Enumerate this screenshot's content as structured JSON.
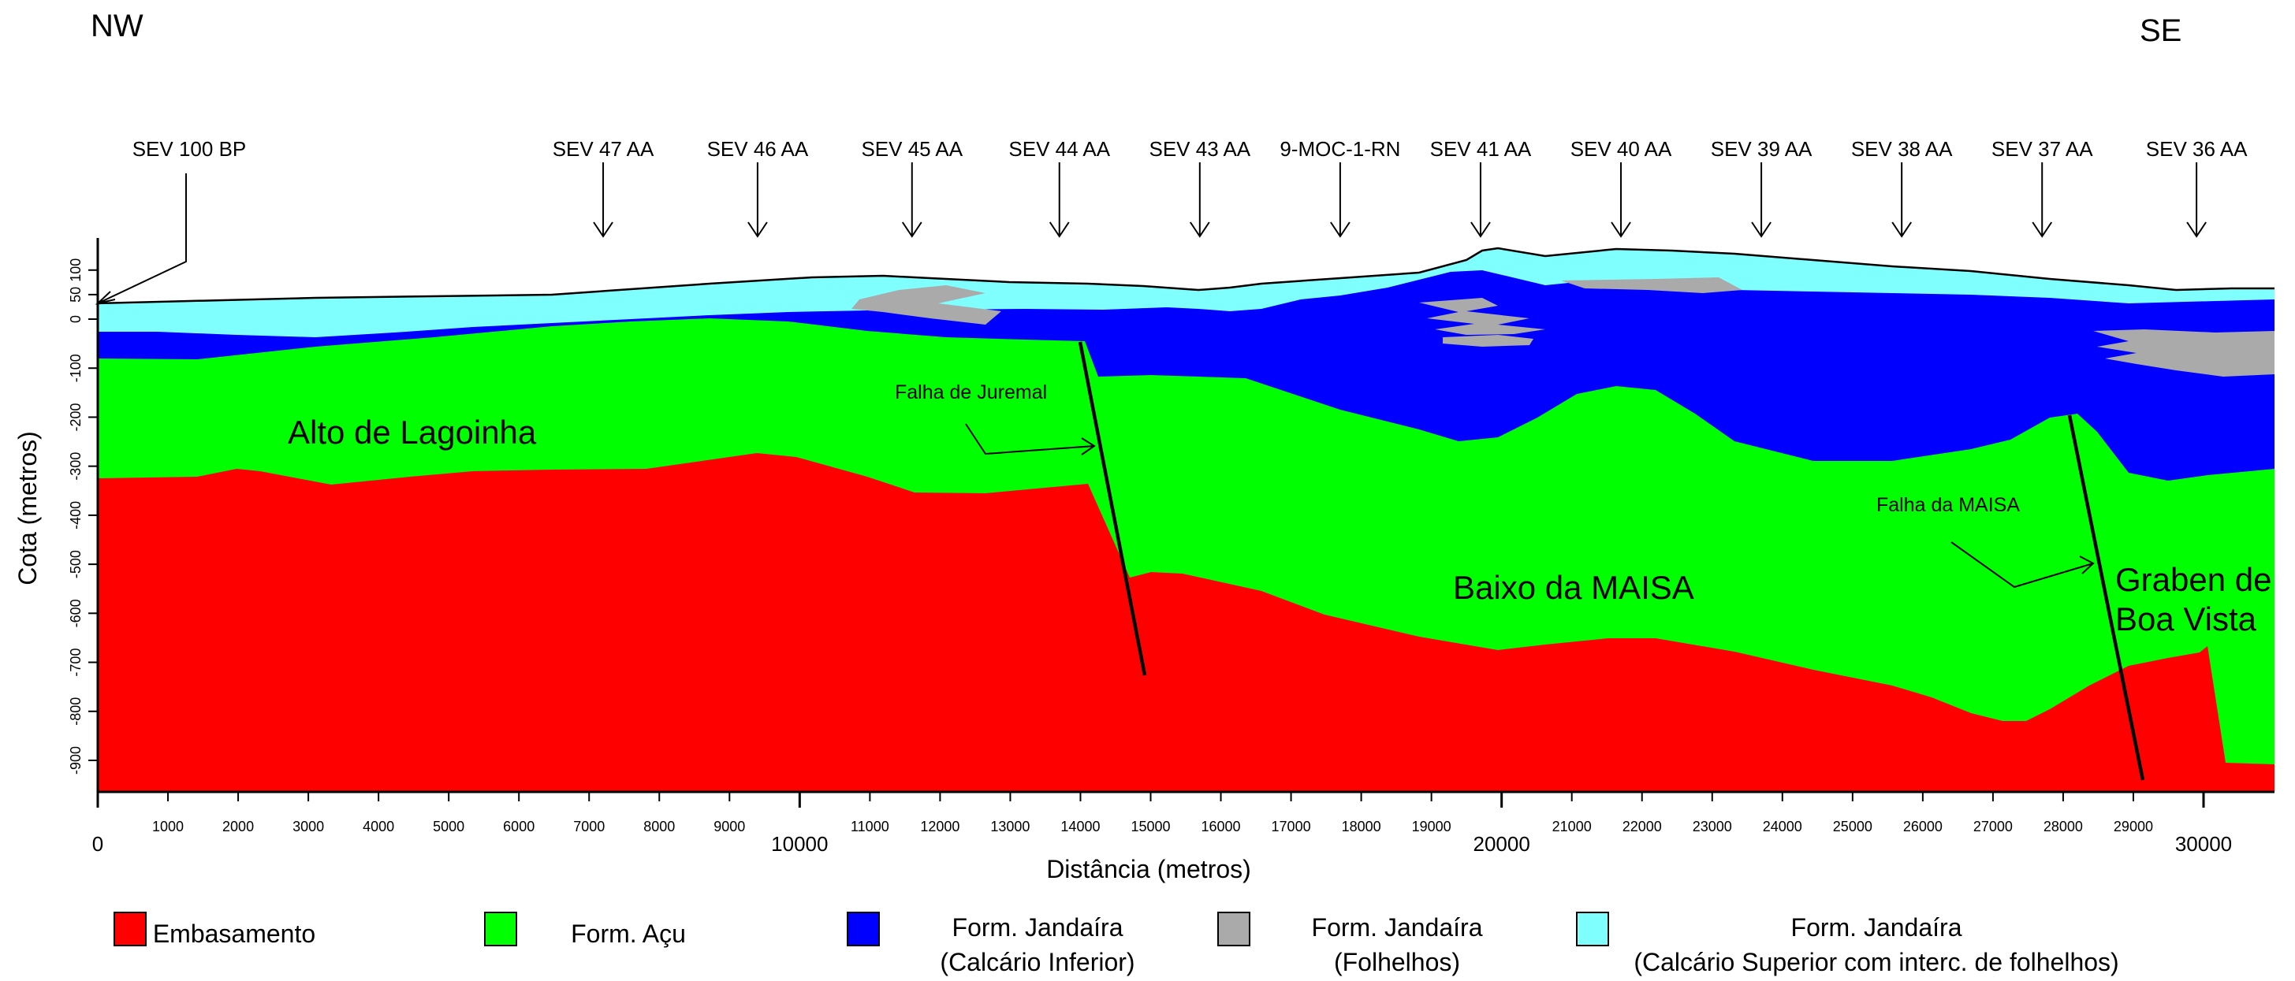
{
  "directions": {
    "left": "NW",
    "right": "SE"
  },
  "stations": [
    {
      "label": "SEV 100 BP",
      "x": 0
    },
    {
      "label": "SEV 47 AA",
      "x": 7200
    },
    {
      "label": "SEV 46 AA",
      "x": 9400
    },
    {
      "label": "SEV 45 AA",
      "x": 11600
    },
    {
      "label": "SEV 44 AA",
      "x": 13700
    },
    {
      "label": "SEV 43 AA",
      "x": 15700
    },
    {
      "label": "9-MOC-1-RN",
      "x": 17700
    },
    {
      "label": "SEV 41 AA",
      "x": 19700
    },
    {
      "label": "SEV 40 AA",
      "x": 21700
    },
    {
      "label": "SEV 39 AA",
      "x": 23700
    },
    {
      "label": "SEV 38 AA",
      "x": 25700
    },
    {
      "label": "SEV 37 AA",
      "x": 27700
    },
    {
      "label": "SEV 36 AA",
      "x": 29900
    }
  ],
  "axes": {
    "y_label": "Cota (metros)",
    "x_label": "Distância (metros)",
    "y_ticks": [
      "100",
      "50",
      "0",
      "-100",
      "-200",
      "-300",
      "-400",
      "-500",
      "-600",
      "-700",
      "-800",
      "-900"
    ],
    "x_minor_ticks": [
      "1000",
      "2000",
      "3000",
      "4000",
      "5000",
      "6000",
      "7000",
      "8000",
      "9000",
      "11000",
      "12000",
      "13000",
      "14000",
      "15000",
      "16000",
      "17000",
      "18000",
      "19000",
      "21000",
      "22000",
      "23000",
      "24000",
      "25000",
      "26000",
      "27000",
      "28000",
      "29000"
    ],
    "x_major_ticks": [
      "0",
      "10000",
      "20000",
      "30000"
    ]
  },
  "regions": {
    "alto": "Alto  de   Lagoinha",
    "baixo": "Baixo  da  MAISA",
    "graben_line1": "Graben de",
    "graben_line2": "Boa Vista"
  },
  "faults": {
    "jurema": "Falha  de  Juremal",
    "maisa": "Falha da MAISA"
  },
  "legend": [
    {
      "color": "#ff0000",
      "line1": "Embasamento",
      "line2": ""
    },
    {
      "color": "#00ff00",
      "line1": "Form. Açu",
      "line2": ""
    },
    {
      "color": "#0000ff",
      "line1": "Form. Jandaíra",
      "line2": "(Calcário Inferior)"
    },
    {
      "color": "#aaaaaa",
      "line1": "Form. Jandaíra",
      "line2": "(Folhelhos)"
    },
    {
      "color": "#80ffff",
      "line1": "Form. Jandaíra",
      "line2": "(Calcário Superior com interc. de folhelhos)"
    }
  ]
}
